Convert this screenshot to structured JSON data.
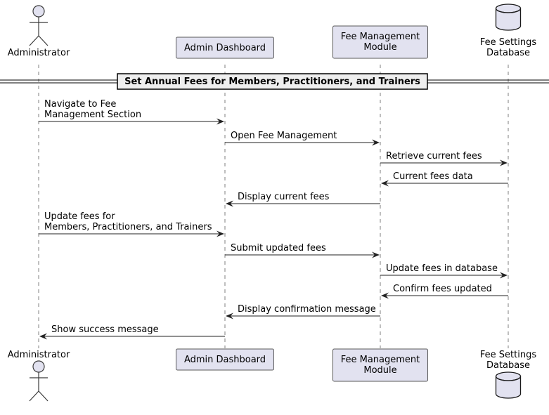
{
  "participants": [
    {
      "id": "admin",
      "type": "actor",
      "lines": [
        "Administrator"
      ]
    },
    {
      "id": "dashboard",
      "type": "participant",
      "lines": [
        "Admin Dashboard"
      ]
    },
    {
      "id": "fee",
      "type": "participant",
      "lines": [
        "Fee Management",
        "Module"
      ]
    },
    {
      "id": "db",
      "type": "database",
      "lines": [
        "Fee Settings",
        "Database"
      ]
    }
  ],
  "divider": {
    "label": "Set Annual Fees for Members, Practitioners, and Trainers"
  },
  "messages": [
    {
      "from": "admin",
      "to": "dashboard",
      "lines": [
        "Navigate to Fee",
        "Management Section"
      ]
    },
    {
      "from": "dashboard",
      "to": "fee",
      "lines": [
        "Open Fee Management"
      ]
    },
    {
      "from": "fee",
      "to": "db",
      "lines": [
        "Retrieve current fees"
      ]
    },
    {
      "from": "db",
      "to": "fee",
      "lines": [
        "Current fees data"
      ]
    },
    {
      "from": "fee",
      "to": "dashboard",
      "lines": [
        "Display current fees"
      ]
    },
    {
      "from": "admin",
      "to": "dashboard",
      "lines": [
        "Update fees for",
        "Members, Practitioners, and Trainers"
      ]
    },
    {
      "from": "dashboard",
      "to": "fee",
      "lines": [
        "Submit updated fees"
      ]
    },
    {
      "from": "fee",
      "to": "db",
      "lines": [
        "Update fees in database"
      ]
    },
    {
      "from": "db",
      "to": "fee",
      "lines": [
        "Confirm fees updated"
      ]
    },
    {
      "from": "fee",
      "to": "dashboard",
      "lines": [
        "Display confirmation message"
      ]
    },
    {
      "from": "dashboard",
      "to": "admin",
      "lines": [
        "Show success message"
      ]
    }
  ]
}
